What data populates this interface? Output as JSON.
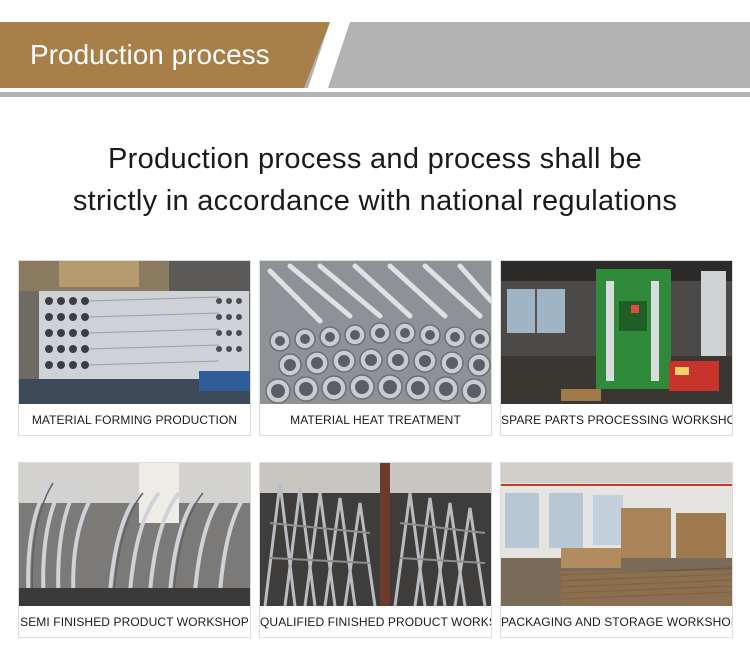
{
  "header": {
    "title": "Production process",
    "accent_color": "#a87f48",
    "bar_color": "#b2b2b2"
  },
  "intro": {
    "line1": "Production process and process shall be",
    "line2": "strictly in accordance with national regulations"
  },
  "gallery": {
    "items": [
      {
        "caption": "MATERIAL FORMING PRODUCTION",
        "image": "stacked-aluminum-tubes-photo"
      },
      {
        "caption": "MATERIAL HEAT TREATMENT",
        "image": "tube-ends-closeup-photo"
      },
      {
        "caption": "SPARE PARTS PROCESSING WORKSHOP",
        "image": "hydraulic-press-machine-photo"
      },
      {
        "caption": "SEMI FINISHED PRODUCT WORKSHOP",
        "image": "bent-frames-photo"
      },
      {
        "caption": "QUALIFIED FINISHED PRODUCT WORKSHOP",
        "image": "stacked-chair-frames-photo"
      },
      {
        "caption": "PACKAGING AND STORAGE WORKSHOP",
        "image": "warehouse-cartons-photo"
      }
    ]
  }
}
